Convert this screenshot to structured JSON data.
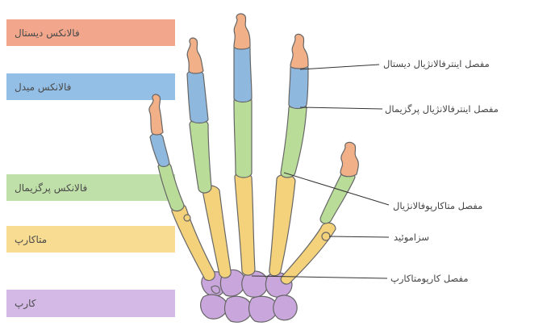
{
  "colors": {
    "distal": "#f2b088",
    "middle": "#8fb8df",
    "proximal": "#b9dc99",
    "metacarpal": "#f4d27c",
    "carpal": "#c9a6dc",
    "outline": "#666666",
    "leader": "#333333",
    "box_distal": "#f2a78c",
    "box_middle": "#93bfe6",
    "box_proximal": "#bfe0a8",
    "box_metacarpal": "#f7dc92",
    "box_carpal": "#d4b8e6"
  },
  "legend": {
    "distal": "فالانکس دیستال",
    "middle": "فالانکس میدل",
    "proximal": "فالانکس پرگزیمال",
    "metacarpal": "متاکارپ",
    "carpal": "کارپ"
  },
  "annotations": {
    "dip": "مفصل اینترفالانژیال دیستال",
    "pip": "مفصل اینترفالانژیال پرگزیمال",
    "mcp": "مفصل متاکارپوفالانژیال",
    "sesamoid": "سزاموئید",
    "cmc": "مفصل کارپومتاکارپ"
  }
}
